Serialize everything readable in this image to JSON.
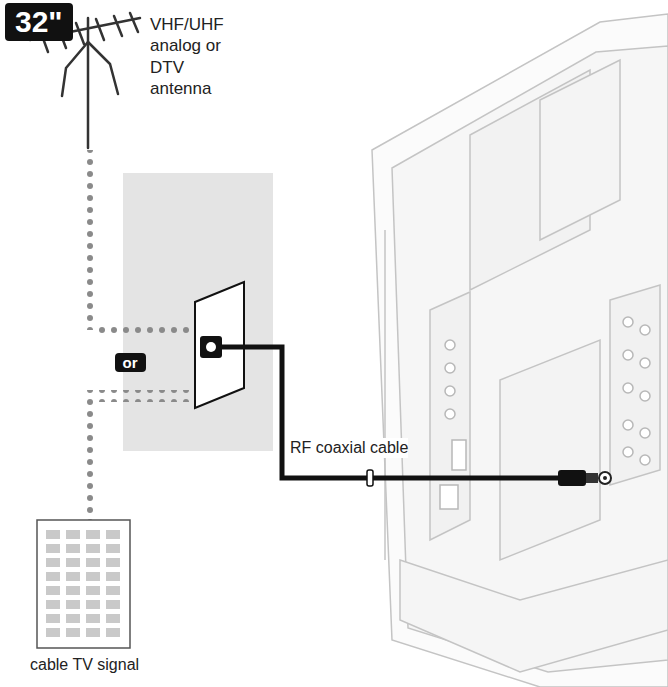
{
  "diagram": {
    "nodes": [
      {
        "text": [
          "32\""
        ]
      },
      {
        "text": [
          "or"
        ]
      }
    ],
    "labels": [
      "VHF/UHF analog or DTV antenna",
      "RF coaxial cable",
      "cable TV signal"
    ]
  }
}
